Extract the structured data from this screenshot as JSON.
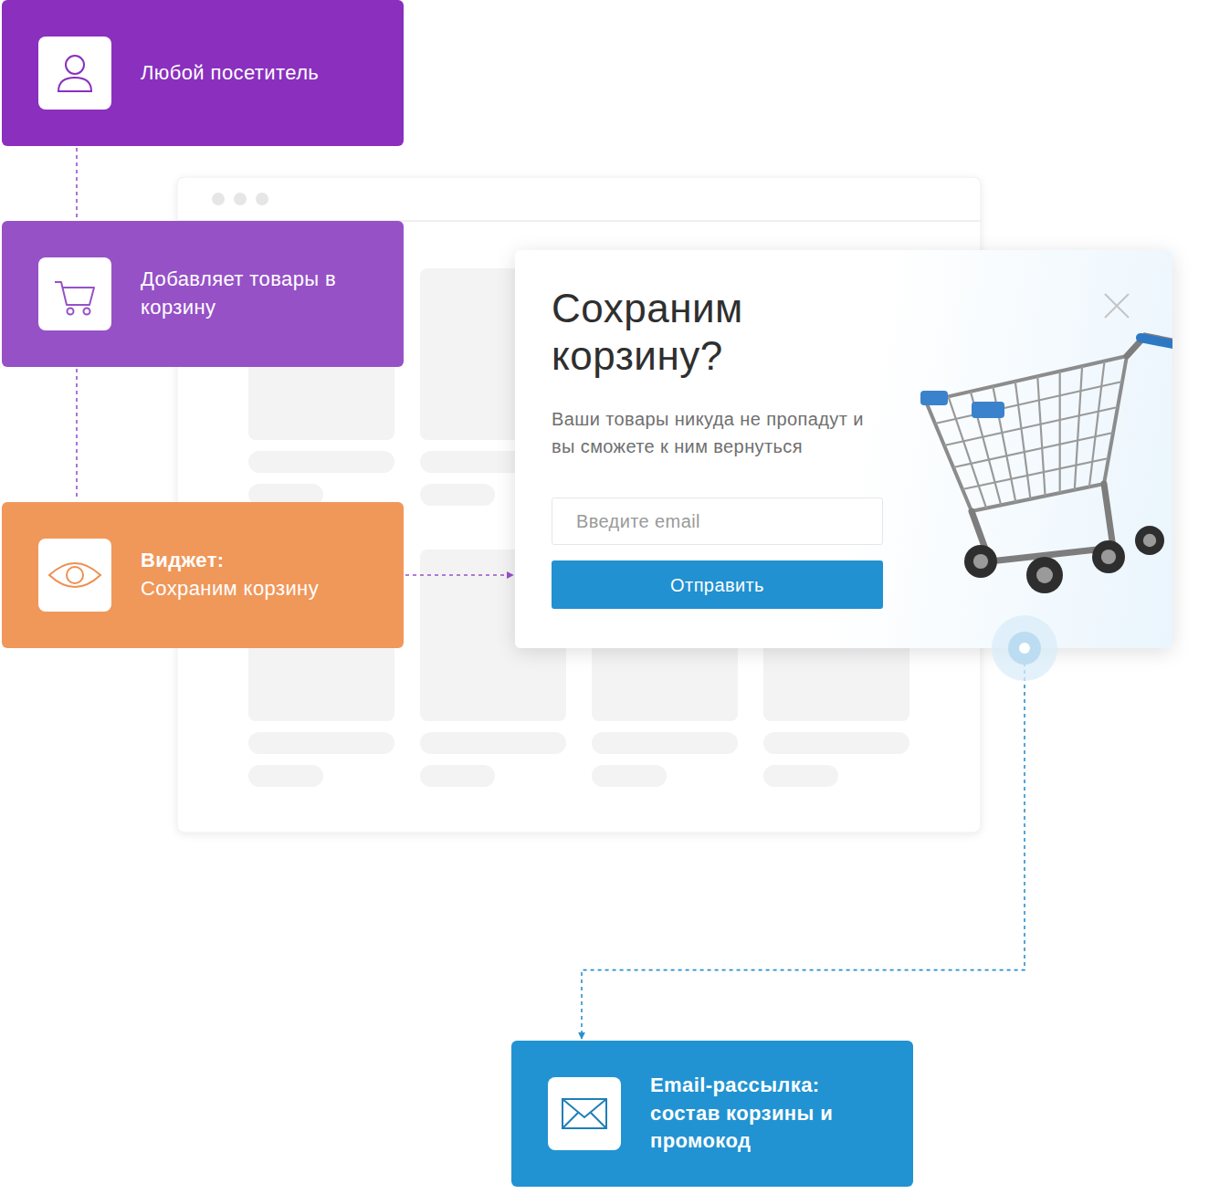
{
  "diagram": {
    "nodes": [
      {
        "text": [
          "Любой посетитель"
        ]
      },
      {
        "text": [
          "Добавляет товары в корзину"
        ]
      },
      {
        "text": [
          "Виджет:",
          "Сохраним корзину"
        ]
      },
      {
        "text": [
          "Сохраним корзину?",
          "Ваши товары никуда не пропадут и вы сможете к ним вернуться"
        ]
      },
      {
        "text": [
          "Введите email"
        ],
        "in": 3
      },
      {
        "text": [
          "Отправить"
        ],
        "in": 3
      },
      {
        "text": [
          "Email-рассылка:",
          "состав корзины и промокод"
        ]
      }
    ],
    "edges": [
      {
        "from": 0,
        "to": 1,
        "arrow": "none"
      },
      {
        "from": 1,
        "to": 2,
        "arrow": "none"
      },
      {
        "from": 2,
        "to": 3,
        "arrow": "to"
      },
      {
        "from": 3,
        "to": 6,
        "arrow": "to"
      }
    ]
  }
}
